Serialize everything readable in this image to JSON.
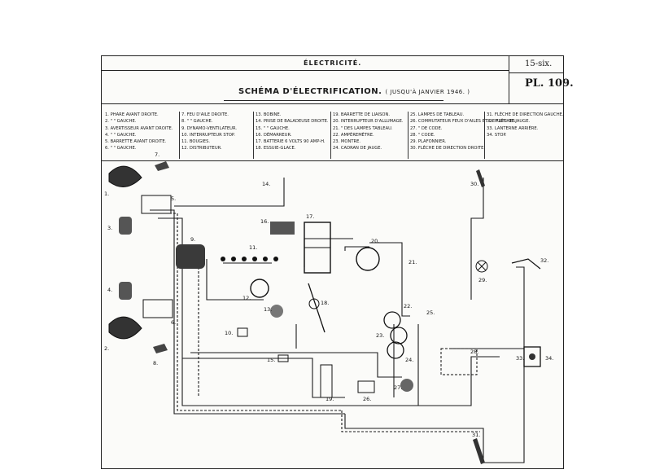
{
  "header": {
    "section": "ÉLECTRICITÉ.",
    "title": "SCHÉMA D'ÉLECTRIFICATION.",
    "subtitle": "( JUSQU'À JANVIER 1946. )",
    "ref_top": "15-six.",
    "ref_bottom": "PL. 109."
  },
  "legend": {
    "columns": [
      [
        "1. PHARE AVANT DROITE.",
        "2.  \"   \"  GAUCHE.",
        "3. AVERTISSEUR AVANT DROITE.",
        "4.  \"   \"  GAUCHE.",
        "5. BARRETTE AVANT DROITE.",
        "6.  \"   \"  GAUCHE."
      ],
      [
        "7. FEU D'AILE DROITE.",
        "8.  \"   \"  GAUCHE.",
        "9. DYNAMO-VENTILATEUR.",
        "10. INTERRUPTEUR STOP.",
        "11. BOUGIES.",
        "12. DISTRIBUTEUR."
      ],
      [
        "13. BOBINE.",
        "14. PRISE DE BALADEUSE DROITE.",
        "15.  \"   \"  GAUCHE.",
        "16. DÉMARREUR.",
        "17. BATTERIE 6 VOLTS 90 AMP-H.",
        "18. ESSUIE-GLACE."
      ],
      [
        "19. BARRETTE DE LIAISON.",
        "20. INTERRUPTEUR D'ALLUMAGE.",
        "21.  \"  DES LAMPES TABLEAU.",
        "22. AMPÈREMÈTRE.",
        "23. MONTRE.",
        "24. CADRAN DE JAUGE."
      ],
      [
        "25. LAMPES DE TABLEAU.",
        "26. COMMUTATEUR FEUX D'AILES ET DE FLÈCHES.",
        "27.  \"  DE CODE.",
        "28.  \"  CODE.",
        "29. PLAFONNIER.",
        "30. FLÈCHE DE DIRECTION DROITE."
      ],
      [
        "31. FLÈCHE DE DIRECTION GAUCHE.",
        "32. PUITS DE JAUGE.",
        "33. LANTERNE ARRIÈRE.",
        "34. STOP.",
        "",
        ""
      ]
    ]
  },
  "diagram": {
    "labels": {
      "n1": "1.",
      "n2": "2.",
      "n3": "3.",
      "n4": "4.",
      "n5": "5.",
      "n6": "6.",
      "n7": "7.",
      "n8": "8.",
      "n9": "9.",
      "n10": "10.",
      "n11": "11.",
      "n12": "12.",
      "n13": "13.",
      "n14": "14.",
      "n15": "15.",
      "n16": "16.",
      "n17": "17.",
      "n18": "18.",
      "n19": "19.",
      "n20": "20.",
      "n21": "21.",
      "n22": "22.",
      "n23": "23.",
      "n24": "24.",
      "n25": "25.",
      "n26": "26.",
      "n27": "27.",
      "n28": "28.",
      "n29": "29.",
      "n30": "30.",
      "n31": "31.",
      "n32": "32.",
      "n33": "33.",
      "n34": "34."
    }
  }
}
